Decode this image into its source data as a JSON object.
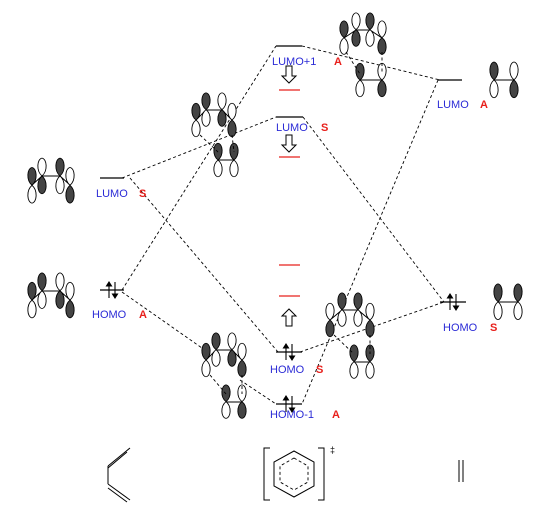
{
  "levels": [
    {
      "name": "butadiene-lumo",
      "label": "LUMO",
      "symmetry": "S"
    },
    {
      "name": "butadiene-homo",
      "label": "HOMO",
      "symmetry": "A"
    },
    {
      "name": "ts-lumo-plus-1",
      "label": "LUMO+1",
      "symmetry": "A"
    },
    {
      "name": "ts-lumo",
      "label": "LUMO",
      "symmetry": "S"
    },
    {
      "name": "ts-homo",
      "label": "HOMO",
      "symmetry": "S"
    },
    {
      "name": "ts-homo-minus-1",
      "label": "HOMO-1",
      "symmetry": "A"
    },
    {
      "name": "ethylene-lumo",
      "label": "LUMO",
      "symmetry": "A"
    },
    {
      "name": "ethylene-homo",
      "label": "HOMO",
      "symmetry": "S"
    }
  ],
  "ts_symbol": "‡",
  "colors": {
    "label": "#2b2bd6",
    "symmetry": "#e8201c",
    "red_level": "#e8201c"
  }
}
